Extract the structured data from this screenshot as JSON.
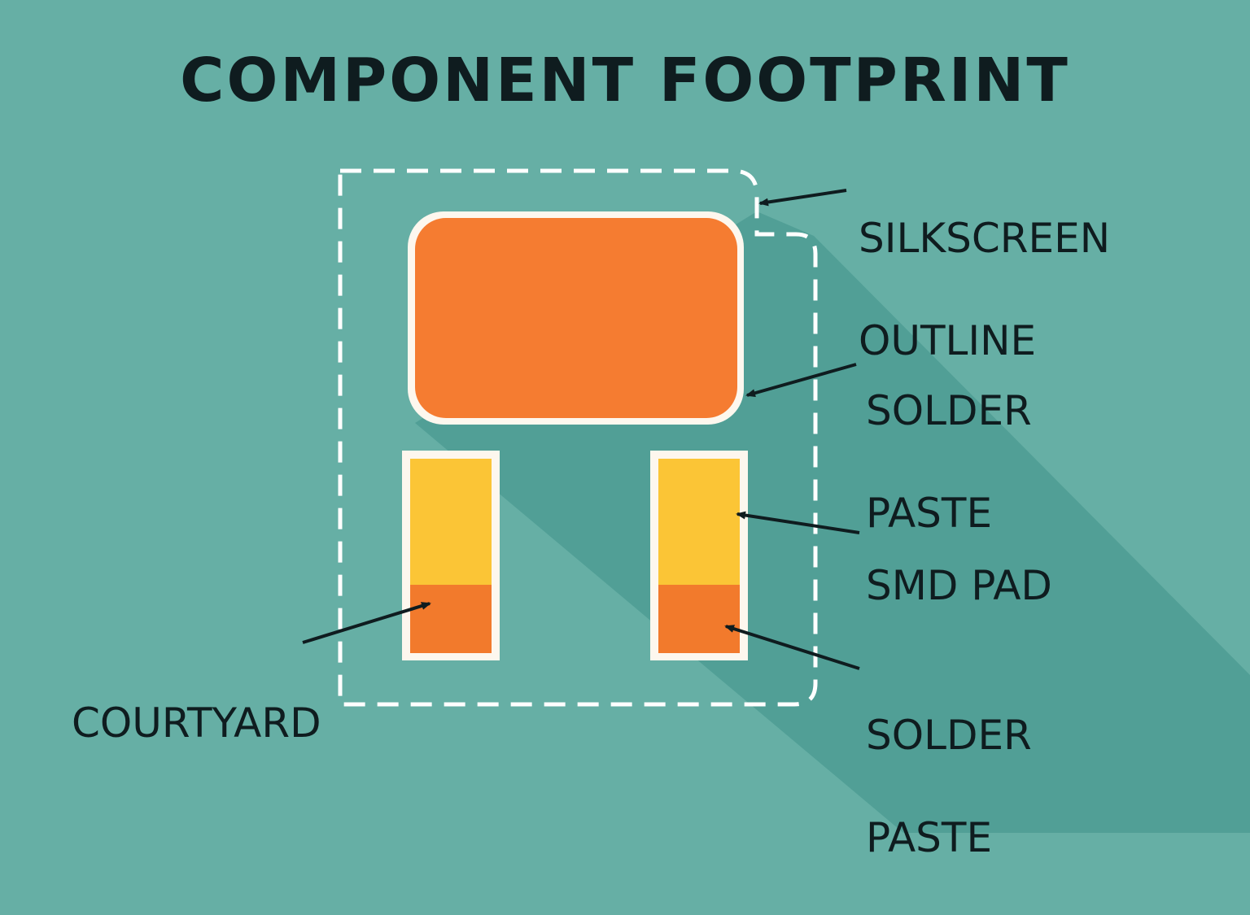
{
  "title": "COMPONENT FOOTPRINT",
  "colors": {
    "background": "#66afa5",
    "shadow": "#519f96",
    "text": "#0f1c1f",
    "outline": "#ffffff",
    "pad_border": "#fdf7ee",
    "paste_orange": "#f57c31",
    "pad_yellow": "#fbc536",
    "paste_small": "#f27a2c"
  },
  "labels": {
    "silkscreen": {
      "line1": "SILKSCREEN",
      "line2": "OUTLINE"
    },
    "solder_paste_top": {
      "line1": "SOLDER",
      "line2": "PASTE"
    },
    "smd_pad": {
      "line1": "SMD PAD"
    },
    "solder_paste_bottom": {
      "line1": "SOLDER",
      "line2": "PASTE"
    },
    "courtyard": {
      "line1": "COURTYARD"
    }
  }
}
